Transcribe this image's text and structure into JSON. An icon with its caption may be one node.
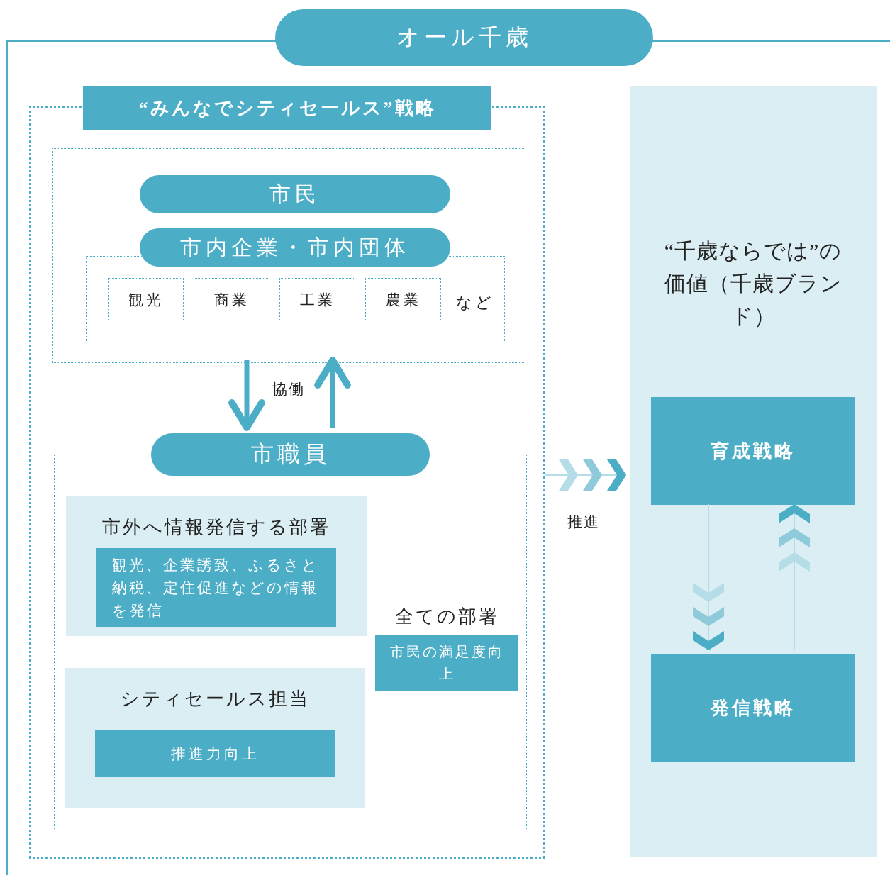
{
  "diagram": {
    "nodes": [
      {
        "text": [
          "オール千歳"
        ]
      },
      {
        "text": [
          "“みんなでシティセールス”戦略"
        ],
        "in": 0
      },
      {
        "text": [],
        "shape": "box",
        "in": 1
      },
      {
        "text": [
          "市民"
        ],
        "in": 2
      },
      {
        "text": [
          "市内企業・市内団体"
        ],
        "in": 2
      },
      {
        "text": [
          "など"
        ],
        "in": 2
      },
      {
        "text": [
          "観光"
        ],
        "in": 5
      },
      {
        "text": [
          "商業"
        ],
        "in": 5
      },
      {
        "text": [
          "工業"
        ],
        "in": 5
      },
      {
        "text": [
          "農業"
        ],
        "in": 5
      },
      {
        "text": [
          "市職員"
        ],
        "in": 1
      },
      {
        "text": [],
        "shape": "box",
        "in": 1
      },
      {
        "text": [
          "市外へ情報発信する部署"
        ],
        "in": 11
      },
      {
        "text": [
          "観光、企業誘致、ふるさと納税、定住促進などの情報を発信"
        ],
        "in": 12
      },
      {
        "text": [
          "シティセールス担当"
        ],
        "in": 11
      },
      {
        "text": [
          "推進力向上"
        ],
        "in": 14
      },
      {
        "text": [
          "全ての部署",
          "市民の満足度向上"
        ],
        "in": 11
      },
      {
        "text": [
          "“千歳ならでは”の価値（千歳ブランド）"
        ],
        "in": 0
      },
      {
        "text": [
          "育成戦略"
        ],
        "in": 17
      },
      {
        "text": [
          "発信戦略"
        ],
        "in": 17
      }
    ],
    "edges": [
      {
        "from": 2,
        "to": 10,
        "arrow": "to",
        "label": "協働",
        "style": "thick",
        "color": "#4badc6"
      },
      {
        "from": 10,
        "to": 2,
        "arrow": "to",
        "style": "thick",
        "color": "#4badc6"
      },
      {
        "from": 1,
        "to": 17,
        "arrow": "to",
        "label": "推進"
      },
      {
        "from": 18,
        "to": 19,
        "arrow": "to"
      },
      {
        "from": 19,
        "to": 18,
        "arrow": "to"
      }
    ]
  }
}
